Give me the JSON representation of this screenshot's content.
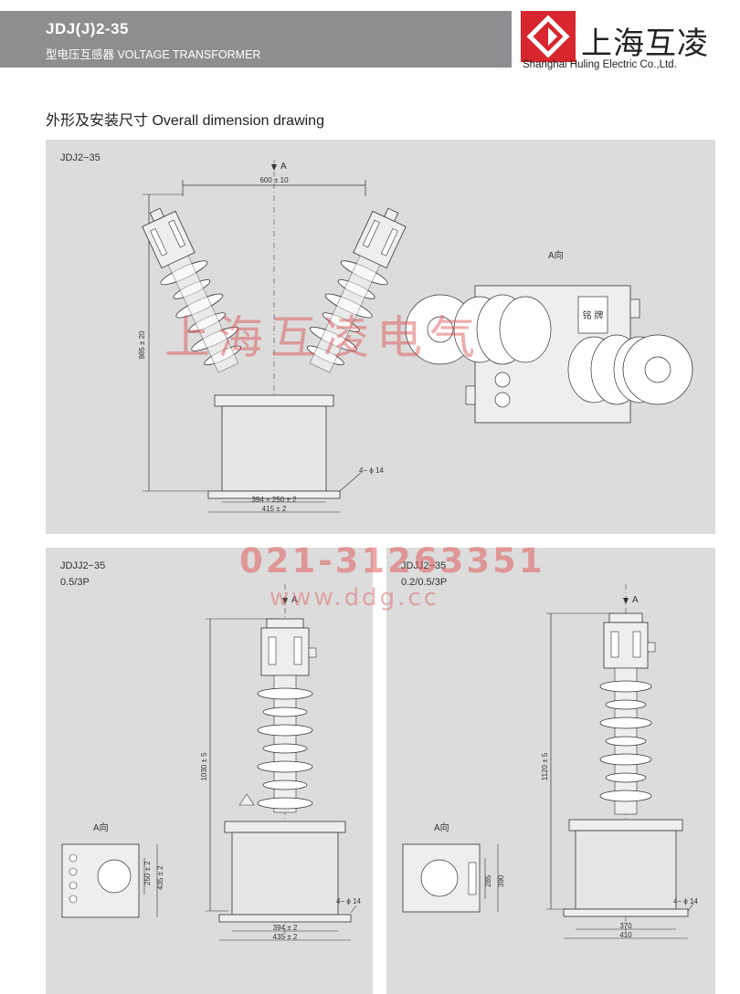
{
  "header": {
    "model": "JDJ(J)2-35",
    "subtitle": "型电压互感器 VOLTAGE TRANSFORMER",
    "company_cn": "上海互凌",
    "company_en": "Shanghai Huling Electric Co.,Ltd."
  },
  "section": {
    "heading": "外形及安装尺寸  Overall dimension drawing"
  },
  "panels": {
    "p1": {
      "label": "JDJ2−35",
      "dim_top": "600 ± 10",
      "dim_height": "985 ± 20",
      "dim_base1": "394 × 250 ± 2",
      "dim_base2": "415 ± 2",
      "holes": "4− ϕ 14",
      "arrow_a": "A",
      "view_a": "A向",
      "nameplate": "铭 牌"
    },
    "p2": {
      "label": "JDJJ2−35",
      "accuracy": "0.5/3P",
      "arrow_a": "A",
      "dim_height": "1030 ± 5",
      "view_a": "A向",
      "dim_v1": "250 ± 2",
      "dim_v2": "435 ± 2",
      "holes": "4− ϕ 14",
      "dim_base1": "394 ± 2",
      "dim_base2": "435 ± 2"
    },
    "p3": {
      "label": "JDJJ2−35",
      "accuracy": "0.2/0.5/3P",
      "arrow_a": "A",
      "dim_height": "1120 ± 5",
      "view_a": "A向",
      "dim_v1": "285",
      "dim_v2": "390",
      "holes": "4− ϕ 14",
      "dim_base1": "370",
      "dim_base2": "410"
    }
  },
  "watermark": {
    "name": "上海互凌电气",
    "phone": "021-31263351",
    "url": "www.ddg.cc"
  },
  "colors": {
    "header_grey": "#8d8e90",
    "panel_bg": "#dcdcdc",
    "logo_red": "#d7262d",
    "watermark_red": "#e05050"
  }
}
